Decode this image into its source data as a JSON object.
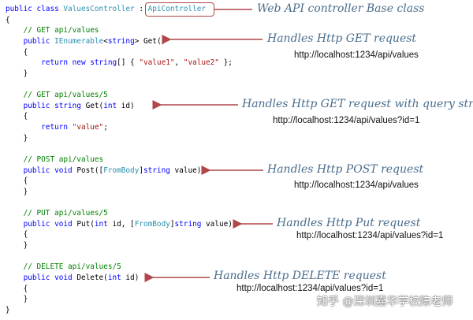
{
  "colors": {
    "arrow": "#b0454a",
    "annotation": "#4a6d8c",
    "keyword": "#0000ff",
    "type": "#2b91af",
    "comment": "#008000",
    "string": "#a31515"
  },
  "code": [
    [
      {
        "t": "public class ",
        "c": "k"
      },
      {
        "t": "ValuesController",
        "c": "t"
      },
      {
        "t": " : ",
        "c": "p"
      },
      {
        "t": "ApiController",
        "c": "t"
      }
    ],
    [
      {
        "t": "{",
        "c": "p"
      }
    ],
    [
      {
        "t": "    // GET api/values",
        "c": "c"
      }
    ],
    [
      {
        "t": "    public ",
        "c": "k"
      },
      {
        "t": "IEnumerable",
        "c": "t"
      },
      {
        "t": "<",
        "c": "p"
      },
      {
        "t": "string",
        "c": "k"
      },
      {
        "t": "> Get()",
        "c": "p"
      }
    ],
    [
      {
        "t": "    {",
        "c": "p"
      }
    ],
    [
      {
        "t": "        return new string",
        "c": "k"
      },
      {
        "t": "[] { ",
        "c": "p"
      },
      {
        "t": "\"value1\"",
        "c": "s"
      },
      {
        "t": ", ",
        "c": "p"
      },
      {
        "t": "\"value2\"",
        "c": "s"
      },
      {
        "t": " };",
        "c": "p"
      }
    ],
    [
      {
        "t": "    }",
        "c": "p"
      }
    ],
    [],
    [
      {
        "t": "    // GET api/values/5",
        "c": "c"
      }
    ],
    [
      {
        "t": "    public string ",
        "c": "k"
      },
      {
        "t": "Get(",
        "c": "p"
      },
      {
        "t": "int",
        "c": "k"
      },
      {
        "t": " id)",
        "c": "p"
      }
    ],
    [
      {
        "t": "    {",
        "c": "p"
      }
    ],
    [
      {
        "t": "        return ",
        "c": "k"
      },
      {
        "t": "\"value\"",
        "c": "s"
      },
      {
        "t": ";",
        "c": "p"
      }
    ],
    [
      {
        "t": "    }",
        "c": "p"
      }
    ],
    [],
    [
      {
        "t": "    // POST api/values",
        "c": "c"
      }
    ],
    [
      {
        "t": "    public void ",
        "c": "k"
      },
      {
        "t": "Post([",
        "c": "p"
      },
      {
        "t": "FromBody",
        "c": "t"
      },
      {
        "t": "]",
        "c": "p"
      },
      {
        "t": "string",
        "c": "k"
      },
      {
        "t": " value)",
        "c": "p"
      }
    ],
    [
      {
        "t": "    {",
        "c": "p"
      }
    ],
    [
      {
        "t": "    }",
        "c": "p"
      }
    ],
    [],
    [
      {
        "t": "    // PUT api/values/5",
        "c": "c"
      }
    ],
    [
      {
        "t": "    public void ",
        "c": "k"
      },
      {
        "t": "Put(",
        "c": "p"
      },
      {
        "t": "int",
        "c": "k"
      },
      {
        "t": " id, [",
        "c": "p"
      },
      {
        "t": "FromBody",
        "c": "t"
      },
      {
        "t": "]",
        "c": "p"
      },
      {
        "t": "string",
        "c": "k"
      },
      {
        "t": " value)",
        "c": "p"
      }
    ],
    [
      {
        "t": "    {",
        "c": "p"
      }
    ],
    [
      {
        "t": "    }",
        "c": "p"
      }
    ],
    [],
    [
      {
        "t": "    // DELETE api/values/5",
        "c": "c"
      }
    ],
    [
      {
        "t": "    public void ",
        "c": "k"
      },
      {
        "t": "Delete(",
        "c": "p"
      },
      {
        "t": "int",
        "c": "k"
      },
      {
        "t": " id)",
        "c": "p"
      }
    ],
    [
      {
        "t": "    {",
        "c": "p"
      }
    ],
    [
      {
        "t": "    }",
        "c": "p"
      }
    ],
    [
      {
        "t": "}",
        "c": "p"
      }
    ]
  ],
  "annotations": {
    "base": "Web API controller Base class",
    "get": "Handles Http GET request",
    "get_url": "http://localhost:1234/api/values",
    "get_id": "Handles Http GET request with query string",
    "get_id_url": "http://localhost:1234/api/values?id=1",
    "post": "Handles Http POST request",
    "post_url": "http://localhost:1234/api/values",
    "put": "Handles Http Put request",
    "put_url": "http://localhost:1234/api/values?id=1",
    "delete": "Handles Http DELETE request",
    "delete_url": "http://localhost:1234/api/values?id=1"
  },
  "watermark": "知乎 @深圳嘉华学校陈老师"
}
